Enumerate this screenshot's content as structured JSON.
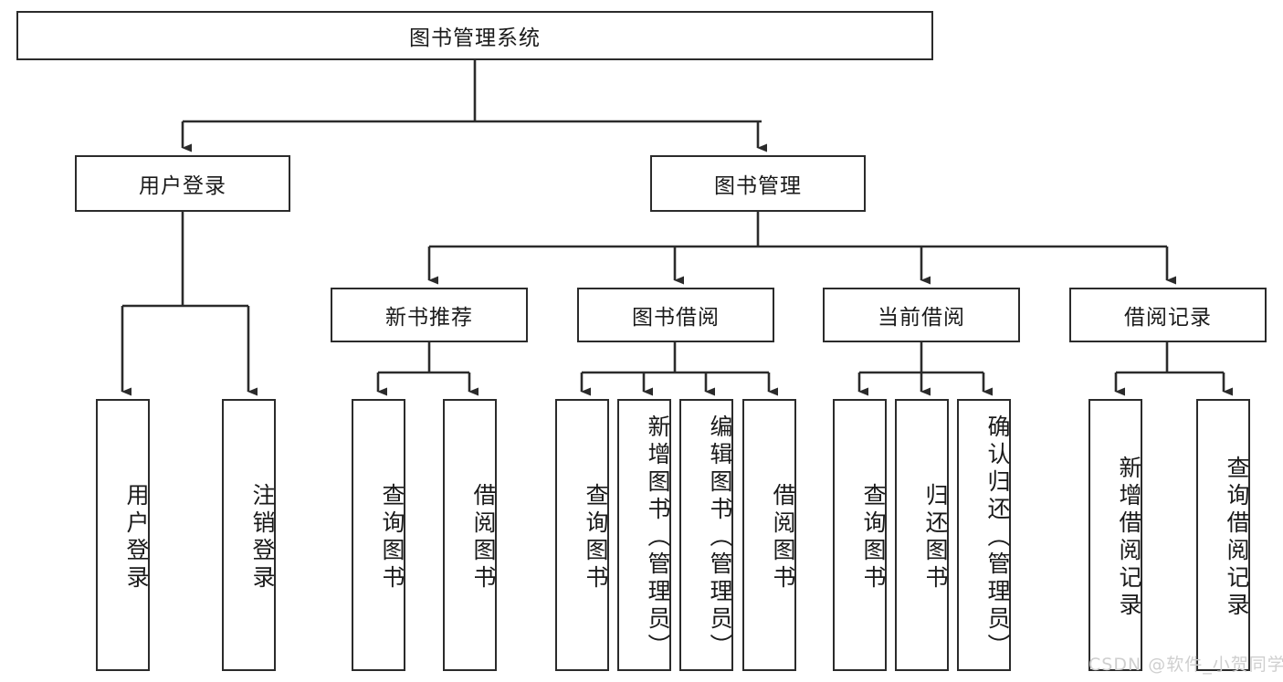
{
  "diagram": {
    "type": "tree-hierarchy",
    "orientation": "top-down",
    "root": "图书管理系统",
    "stroke_color": "#2b2b2b",
    "background_color": "#ffffff",
    "text_color": "#1a1a1a"
  },
  "root": {
    "label": "图书管理系统"
  },
  "level2": [
    {
      "label": "用户登录"
    },
    {
      "label": "图书管理"
    }
  ],
  "level3": [
    {
      "label": "新书推荐"
    },
    {
      "label": "图书借阅"
    },
    {
      "label": "当前借阅"
    },
    {
      "label": "借阅记录"
    }
  ],
  "leaves": {
    "user_login": [
      {
        "label": "用户登录"
      },
      {
        "label": "注销登录"
      }
    ],
    "new_book_recommend": [
      {
        "label": "查询图书"
      },
      {
        "label": "借阅图书"
      }
    ],
    "book_borrow": [
      {
        "label": "查询图书"
      },
      {
        "label": "新增图书（管理员）"
      },
      {
        "label": "编辑图书（管理员）"
      },
      {
        "label": "借阅图书"
      }
    ],
    "current_borrow": [
      {
        "label": "查询图书"
      },
      {
        "label": "归还图书"
      },
      {
        "label": "确认归还（管理员）"
      }
    ],
    "borrow_record": [
      {
        "label": "新增借阅记录"
      },
      {
        "label": "查询借阅记录"
      }
    ]
  },
  "watermark": {
    "text": "CSDN @软件_小贺同学"
  }
}
